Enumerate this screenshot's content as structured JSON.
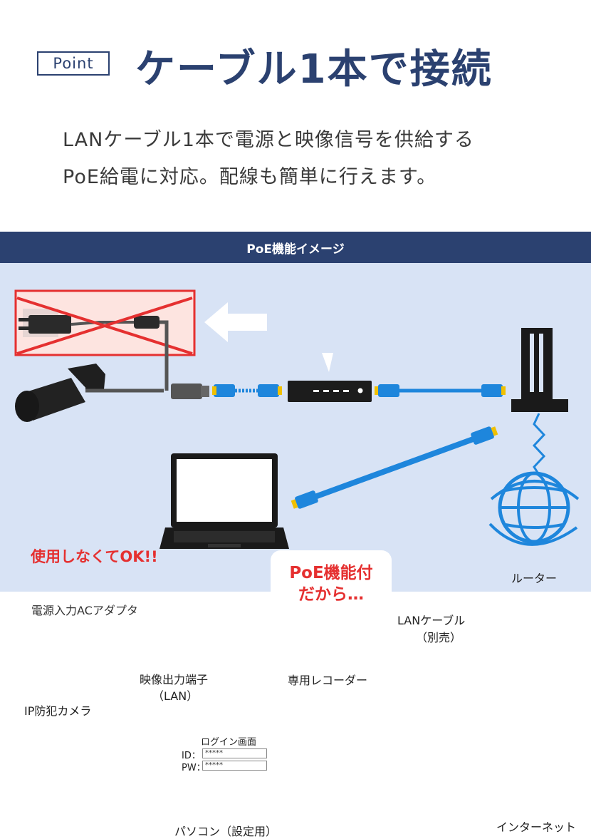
{
  "header": {
    "badge": "Point",
    "title": "ケーブル1本で接続",
    "description_line1": "LANケーブル1本で電源と映像信号を供給する",
    "description_line2": "PoE給電に対応。配線も簡単に行えます。"
  },
  "diagram": {
    "section_title": "PoE機能イメージ",
    "not_needed_title": "使用しなくてOK!!",
    "adapter_label": "電源入力ACアダプタ",
    "bubble_line1": "PoE機能付",
    "bubble_line2": "だから…",
    "camera_label": "IP防犯カメラ",
    "video_port_label_line1": "映像出力端子",
    "video_port_label_line2": "（LAN）",
    "recorder_label": "専用レコーダー",
    "lan_cable_label_line1": "LANケーブル",
    "lan_cable_label_line2": "（別売）",
    "router_label": "ルーター",
    "internet_label": "インターネット",
    "pc_label": "パソコン（設定用）",
    "login_screen": {
      "title": "ログイン画面",
      "id_label": "ID：",
      "id_value": "*****",
      "pw_label": "PW：",
      "pw_value": "*****"
    }
  },
  "colors": {
    "navy": "#2b4170",
    "diagram_bg": "#d8e3f5",
    "alert_red": "#e53030",
    "cable_blue": "#1e86dc",
    "connector_yellow": "#f0c000",
    "device_black": "#1a1a1a"
  }
}
